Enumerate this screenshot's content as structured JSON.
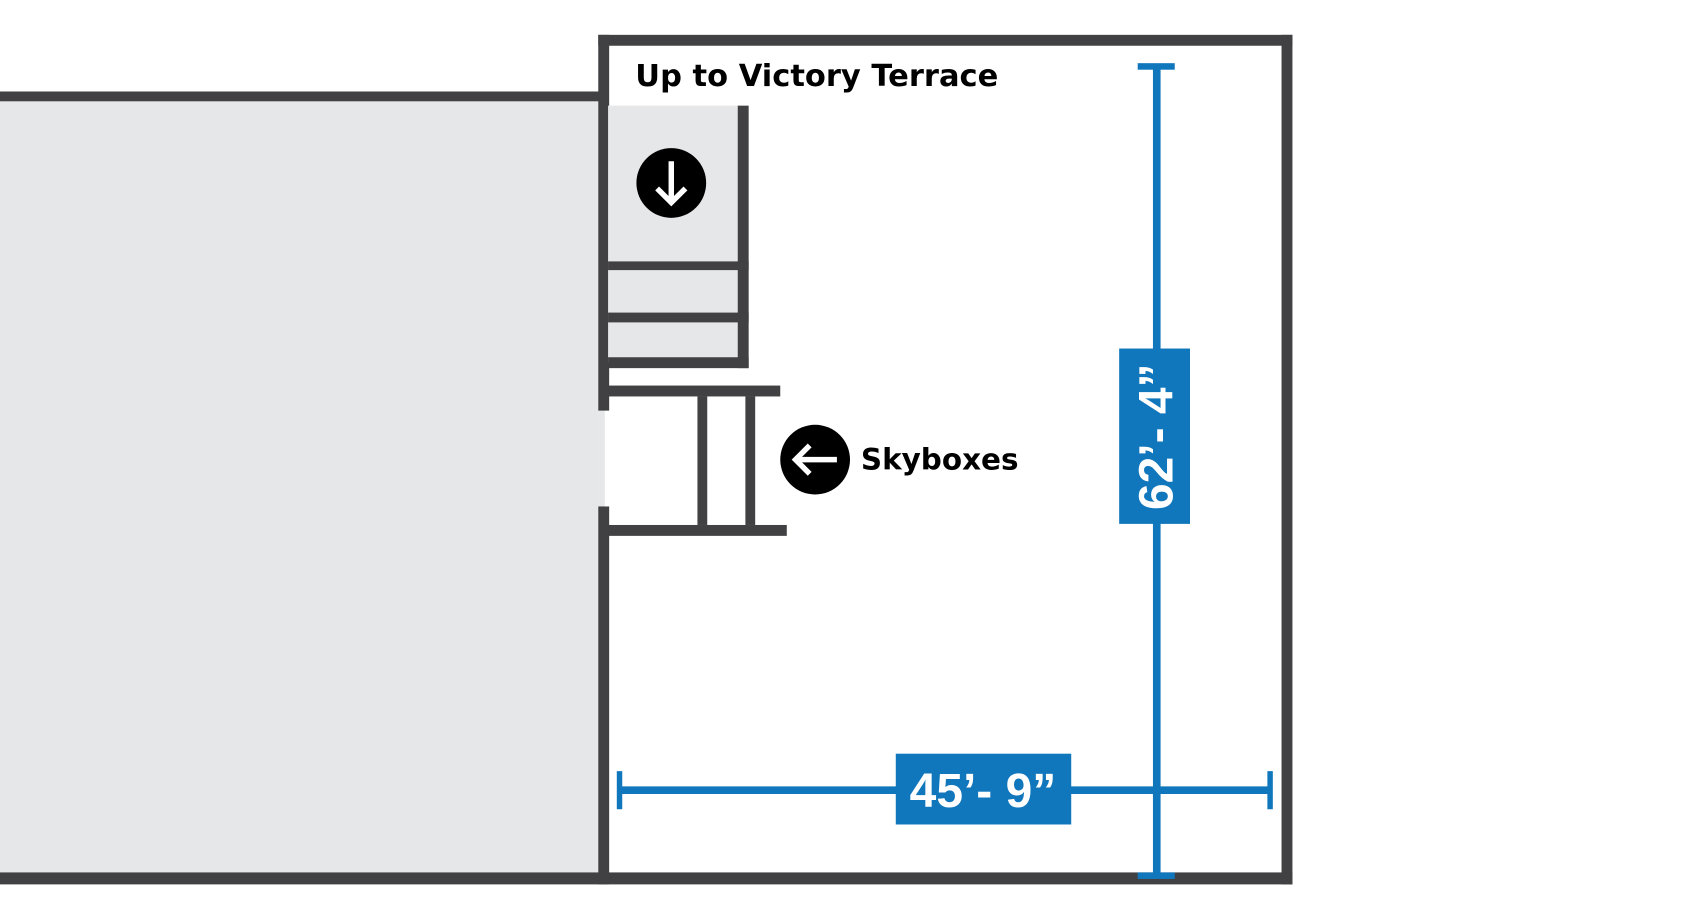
{
  "labels": {
    "terrace": "Up to Victory Terrace",
    "skyboxes": "Skyboxes"
  },
  "dimensions": {
    "height": "62’- 4”",
    "width": "45’- 9”"
  },
  "icons": {
    "down": "arrow-down-circle-icon",
    "left": "arrow-left-circle-icon"
  },
  "colors": {
    "wall": "#414143",
    "fill": "#e6e7e9",
    "dimension": "#1177bd"
  }
}
